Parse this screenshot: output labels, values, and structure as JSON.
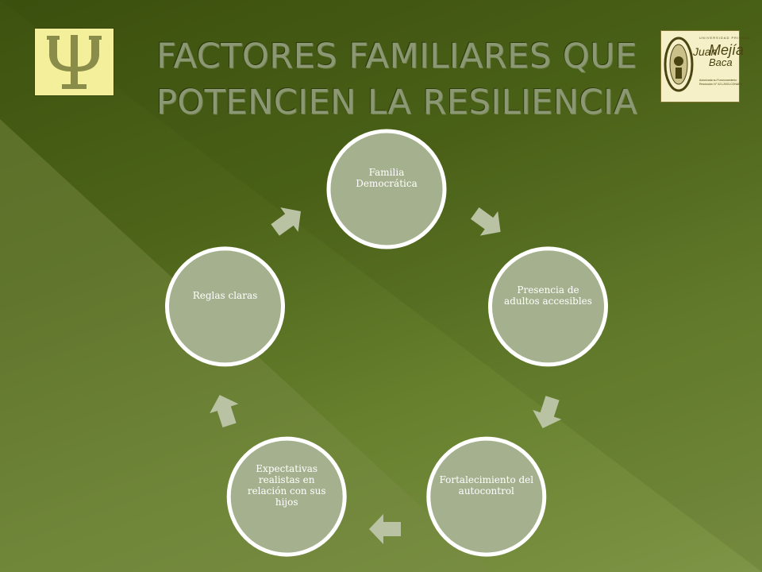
{
  "slide": {
    "title_line1": "FACTORES FAMILIARES QUE",
    "title_line2": "POTENCIEN LA RESILIENCIA"
  },
  "logos": {
    "psi_symbol": "psi-icon",
    "university": {
      "top_text": "UNIVERSIDAD PRIVADA",
      "name_line1": "Juan",
      "name_line2": "Mejía",
      "name_line3": "Baca",
      "fine_line1": "Autorizada su Funcionamiento",
      "fine_line2": "Resolución N° 021-2003-CONAFU"
    }
  },
  "colors": {
    "node_fill": "#a5b18e",
    "node_stroke": "#ffffff",
    "arrow_fill": "#b9c3a3",
    "logo_psi_bg": "#f4ef9a",
    "logo_psi_symbol": "#8a8c4a"
  },
  "cycle": {
    "nodes": [
      {
        "label": "Familia Democrática"
      },
      {
        "label": "Presencia de adultos accesibles"
      },
      {
        "label": "Fortalecimiento del autocontrol"
      },
      {
        "label": "Expectativas realistas en relación con sus hijos"
      },
      {
        "label": "Reglas claras"
      }
    ]
  }
}
